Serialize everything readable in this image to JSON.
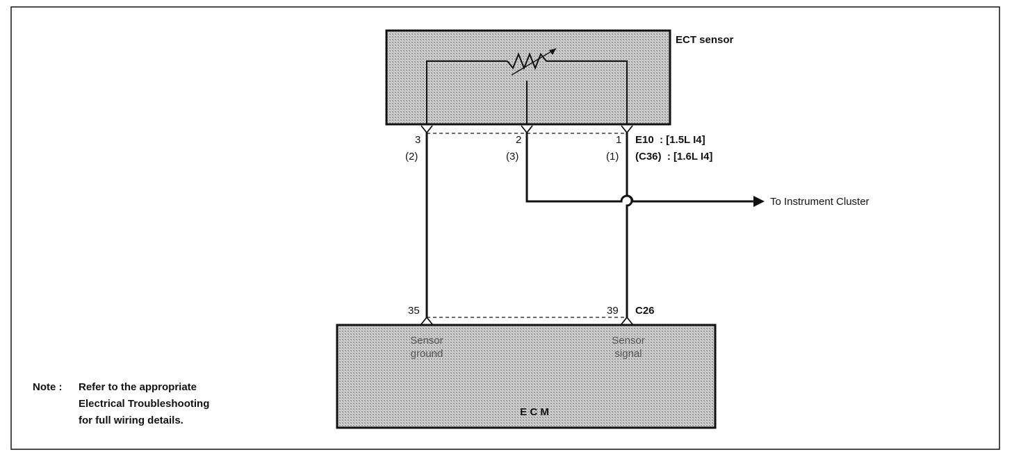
{
  "components": {
    "ect_sensor": {
      "label": "ECT sensor"
    },
    "ecm": {
      "label": "E C M",
      "pin_labels": {
        "ground": "Sensor ground",
        "signal": "Sensor signal"
      }
    }
  },
  "sensor_connector": {
    "pins": [
      {
        "id": "pin1",
        "number": "1",
        "alt": "(1)"
      },
      {
        "id": "pin2",
        "number": "2",
        "alt": "(3)"
      },
      {
        "id": "pin3",
        "number": "3",
        "alt": "(2)"
      }
    ],
    "codes": [
      {
        "id": "E10",
        "text": "E10  : [1.5L I4]"
      },
      {
        "id": "C36",
        "text": "(C36)  : [1.6L I4]"
      }
    ]
  },
  "ecm_connector": {
    "code": "C26",
    "pins": [
      {
        "id": "ground",
        "number": "35"
      },
      {
        "id": "signal",
        "number": "39"
      }
    ]
  },
  "output": {
    "label": "To Instrument Cluster"
  },
  "note": {
    "prefix": "Note :",
    "lines": [
      "Refer to the appropriate",
      "Electrical Troubleshooting",
      "for full wiring details."
    ]
  },
  "colors": {
    "box_fill": "#c8c8c8",
    "line": "#111111"
  }
}
